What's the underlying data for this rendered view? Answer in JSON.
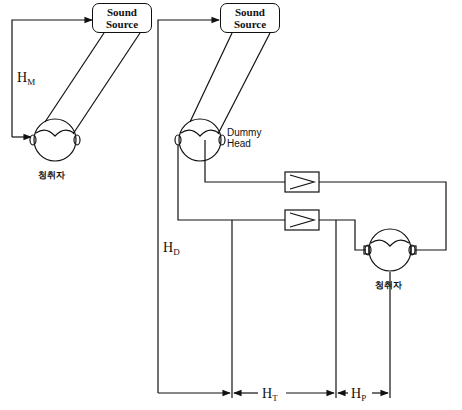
{
  "diagram": {
    "nodes": [
      {
        "text": [
          "Sound Source"
        ]
      },
      {
        "text": [
          "Sound Source"
        ]
      }
    ],
    "labels": [
      "HM",
      "청취자",
      "HD",
      "Dummy Head",
      "HT",
      "HP",
      "청취자"
    ]
  }
}
